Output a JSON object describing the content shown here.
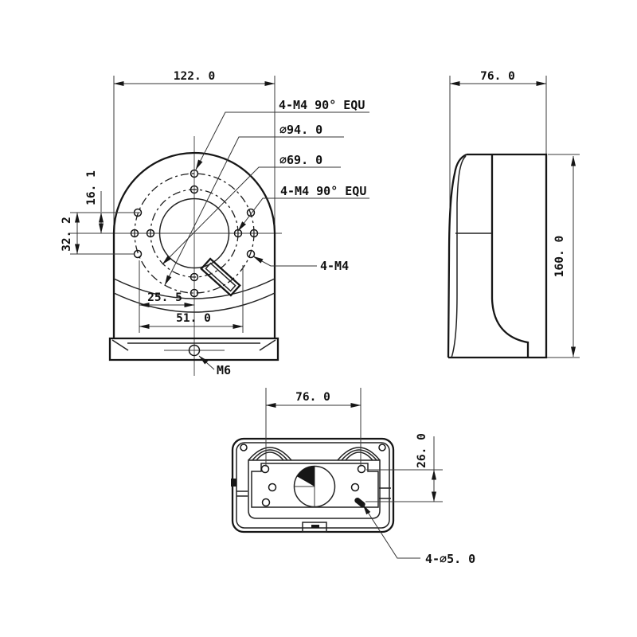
{
  "drawing": {
    "description": "Three-view technical dimension drawing of a camera wall-mount bracket",
    "colors": {
      "line": "#161616",
      "background": "#ffffff"
    },
    "front_view": {
      "dims": {
        "width": "122. 0",
        "hole_offset": "16. 1",
        "hole_pitch_v": "32. 2",
        "half_pitch": "25. 5",
        "pitch": "51. 0"
      },
      "labels": {
        "outer_bolt_circle": "4-M4 90° EQU",
        "outer_diameter": "⌀94. 0",
        "inner_diameter": "⌀69. 0",
        "inner_bolt_circle": "4-M4 90° EQU",
        "side_holes": "4-M4",
        "base_hole": "M6"
      }
    },
    "side_view": {
      "dims": {
        "depth": "76. 0",
        "height": "160. 0"
      }
    },
    "bottom_view": {
      "dims": {
        "hole_pitch_h": "76. 0",
        "hole_pitch_v": "26. 0"
      },
      "labels": {
        "mount_holes": "4-⌀5. 0"
      }
    }
  }
}
